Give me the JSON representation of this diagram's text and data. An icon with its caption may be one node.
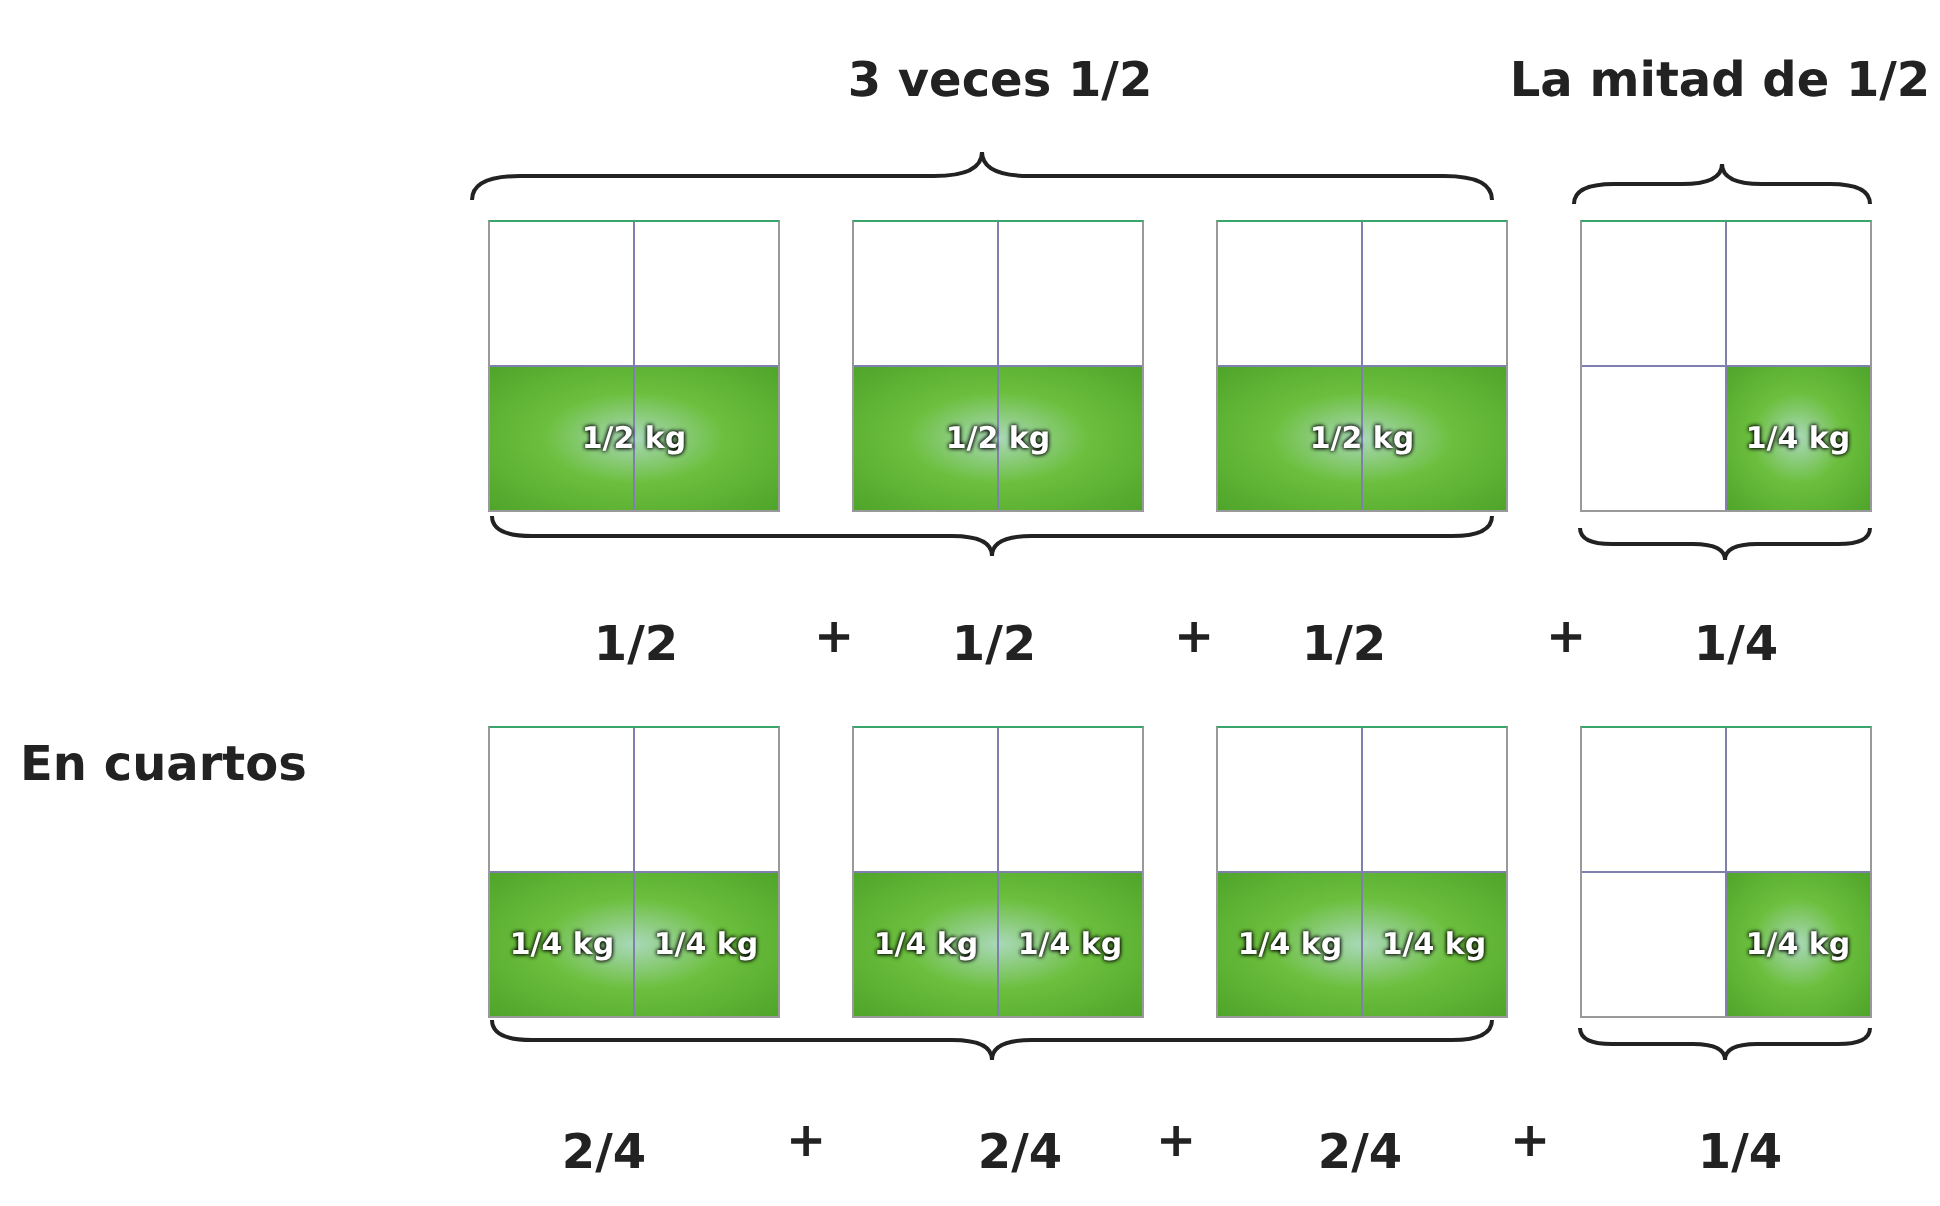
{
  "diagram": {
    "nodes": [
      {
        "text": [
          "1/2 kg"
        ]
      },
      {
        "text": [
          "1/2 kg"
        ]
      },
      {
        "text": [
          "1/2 kg"
        ]
      },
      {
        "text": [
          "1/4 kg"
        ]
      },
      {
        "text": [
          "1/4 kg",
          "1/4 kg"
        ]
      },
      {
        "text": [
          "1/4 kg",
          "1/4 kg"
        ]
      },
      {
        "text": [
          "1/4 kg",
          "1/4 kg"
        ]
      },
      {
        "text": [
          "1/4 kg"
        ]
      }
    ],
    "labels": [
      "3 veces 1/2",
      "La mitad de 1/2",
      "1/2",
      "+",
      "1/2",
      "+",
      "1/2",
      "+",
      "1/4",
      "En cuartos",
      "2/4",
      "+",
      "2/4",
      "+",
      "2/4",
      "+",
      "1/4"
    ]
  }
}
